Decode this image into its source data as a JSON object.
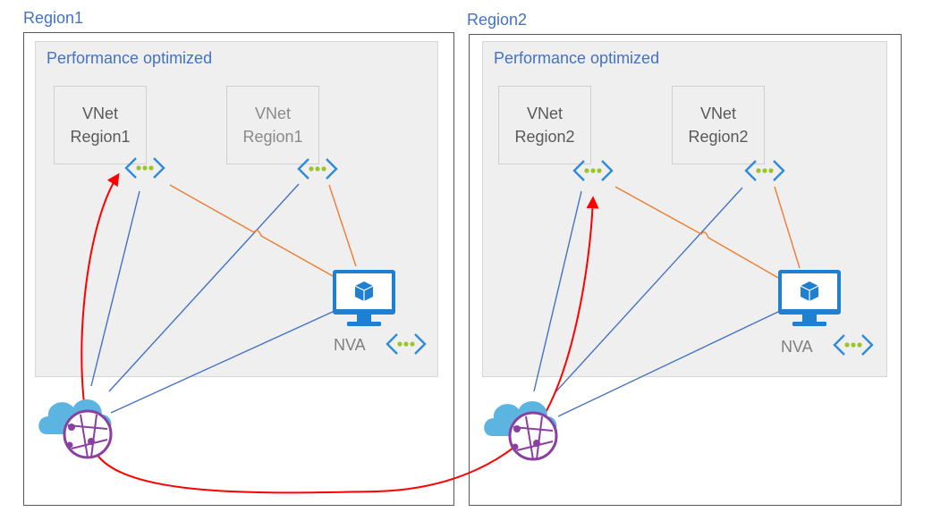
{
  "regions": [
    {
      "name": "Region1",
      "zone_label": "Performance optimized",
      "vnets": [
        {
          "line1": "VNet",
          "line2": "Region1"
        },
        {
          "line1": "VNet",
          "line2": "Region1"
        }
      ],
      "nva_label": "NVA"
    },
    {
      "name": "Region2",
      "zone_label": "Performance optimized",
      "vnets": [
        {
          "line1": "VNet",
          "line2": "Region2"
        },
        {
          "line1": "VNet",
          "line2": "Region2"
        }
      ],
      "nva_label": "NVA"
    }
  ],
  "colors": {
    "region_label": "#4472c4",
    "blue_link": "#4472c4",
    "orange_link": "#ed7d31",
    "red_path": "#ff0000",
    "vnet_bracket": "#2e8bd8",
    "vnet_dots": "#9bc428",
    "nva_monitor": "#1f7fd0",
    "cloud": "#5bb5e0",
    "hub_globe": "#8b3fa0"
  },
  "icons": {
    "vnet": "vnet-icon",
    "nva": "vm-monitor-icon",
    "hub": "cloud-globe-hub-icon"
  }
}
